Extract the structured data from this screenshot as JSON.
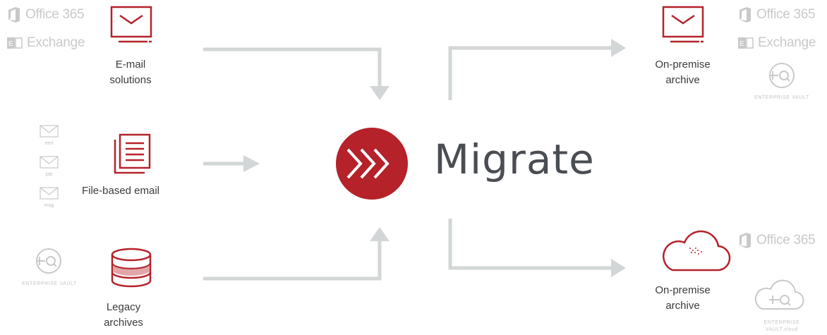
{
  "colors": {
    "accent_red": "#b5222a",
    "arrow_gray": "#d3d6d6",
    "brand_gray": "#c9c9c9",
    "text_dark": "#3b3b3b",
    "title_dark": "#4a4d52"
  },
  "sources": {
    "email": {
      "label_line1": "E-mail",
      "label_line2": "solutions",
      "icon": "email-monitor-icon"
    },
    "file": {
      "label": "File-based email",
      "icon": "documents-icon",
      "formats": [
        "eml",
        "pst",
        "msg"
      ]
    },
    "legacy": {
      "label_line1": "Legacy",
      "label_line2": "archives",
      "icon": "database-icon"
    }
  },
  "brands": {
    "office365": "Office 365",
    "exchange": "Exchange",
    "ev": "ENTERPRISE VAULT",
    "ev_cloud_line1": "ENTERPRISE",
    "ev_cloud_line2": "VAULT.cloud"
  },
  "center": {
    "title": "Migrate",
    "icon": "migrate-chevrons-icon"
  },
  "targets": {
    "onprem": {
      "label_line1": "On-premise",
      "label_line2": "archive",
      "icon": "email-monitor-icon"
    },
    "cloud": {
      "label_line1": "On-premise",
      "label_line2": "archive",
      "icon": "cloud-icon"
    }
  }
}
